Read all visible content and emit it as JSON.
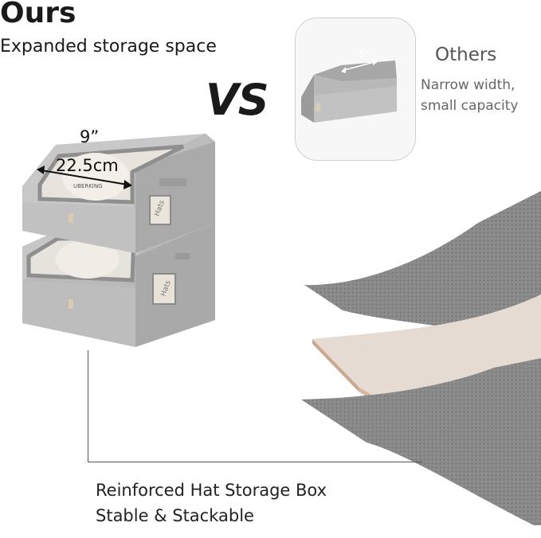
{
  "heading": {
    "title": "Ours",
    "subtitle": "Expanded storage space"
  },
  "versus": "VS",
  "ours_box": {
    "width_in": "9”",
    "width_cm": "22.5cm",
    "brand_print": "UBERKING",
    "label_tag": "Hats"
  },
  "others": {
    "title": "Others",
    "desc_line1": "Narrow width,",
    "desc_line2": "small capacity",
    "width_label": "6”"
  },
  "caption": {
    "line1": "Reinforced Hat Storage Box",
    "line2": "Stable & Stackable"
  },
  "colors": {
    "fabric": "#b9b9b9",
    "fabric_dark": "#9a9a9a",
    "board": "#e4d8cf",
    "mesh": "#8e8e8e"
  }
}
